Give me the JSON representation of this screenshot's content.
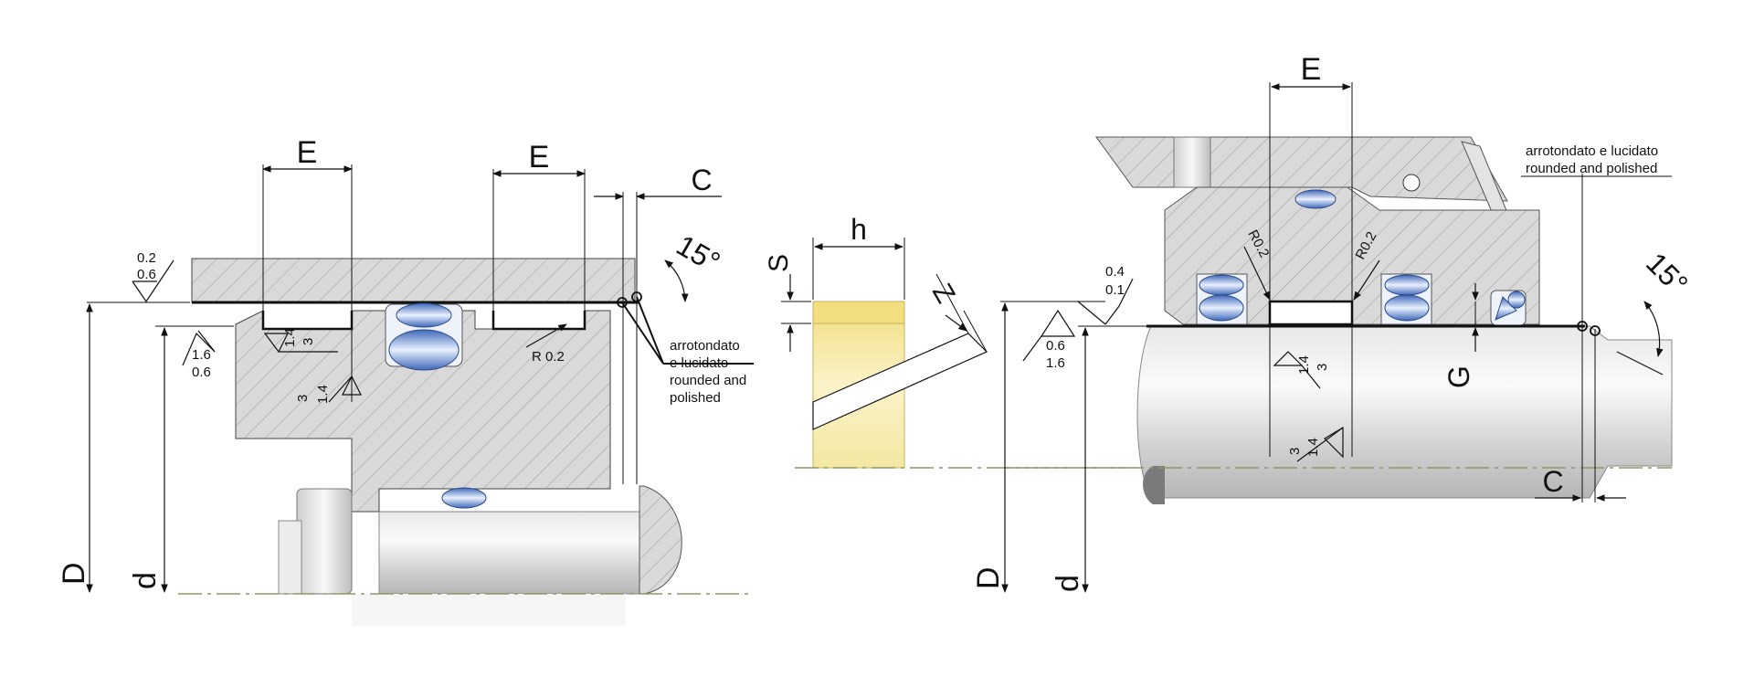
{
  "drawings": {
    "left": {
      "dim_E_1": "E",
      "dim_E_2": "E",
      "dim_C": "C",
      "angle": "15°",
      "dim_D": "D",
      "dim_d": "d",
      "radius": "R 0.2",
      "rough_top_a": "0.2",
      "rough_top_b": "0.6",
      "rough_mid_a": "1.6",
      "rough_mid_b": "0.6",
      "rough_groove_a": "1.4",
      "rough_groove_b": "3",
      "rough_side_a": "3",
      "rough_side_b": "1.4",
      "note": [
        "arrotondato",
        "e lucidato",
        "rounded and",
        "polished"
      ]
    },
    "center": {
      "dim_h": "h",
      "dim_s": "S",
      "dim_z": "Z"
    },
    "right": {
      "dim_E": "E",
      "dim_D": "D",
      "dim_d": "d",
      "dim_G": "G",
      "dim_C": "C",
      "angle": "15°",
      "radius_1": "R0.2",
      "radius_2": "R0.2",
      "rough_top_a": "0.4",
      "rough_top_b": "0.1",
      "rough_mid_a": "0.6",
      "rough_mid_b": "1.6",
      "rough_groove_a": "1.4",
      "rough_groove_b": "3",
      "rough_side_a": "3",
      "rough_side_b": "1.4",
      "note": [
        "arrotondato e lucidato",
        "rounded and polished"
      ]
    }
  },
  "colors": {
    "steel_fill": "#d7d7d7",
    "hatch": "#8a8a8a",
    "rod_light": "#f2f2f2",
    "rod_dark": "#a8a8a8",
    "seal_blue": "#5a86cf",
    "seal_yellow": "#f5e59a",
    "centerline": "#8a9a60"
  }
}
